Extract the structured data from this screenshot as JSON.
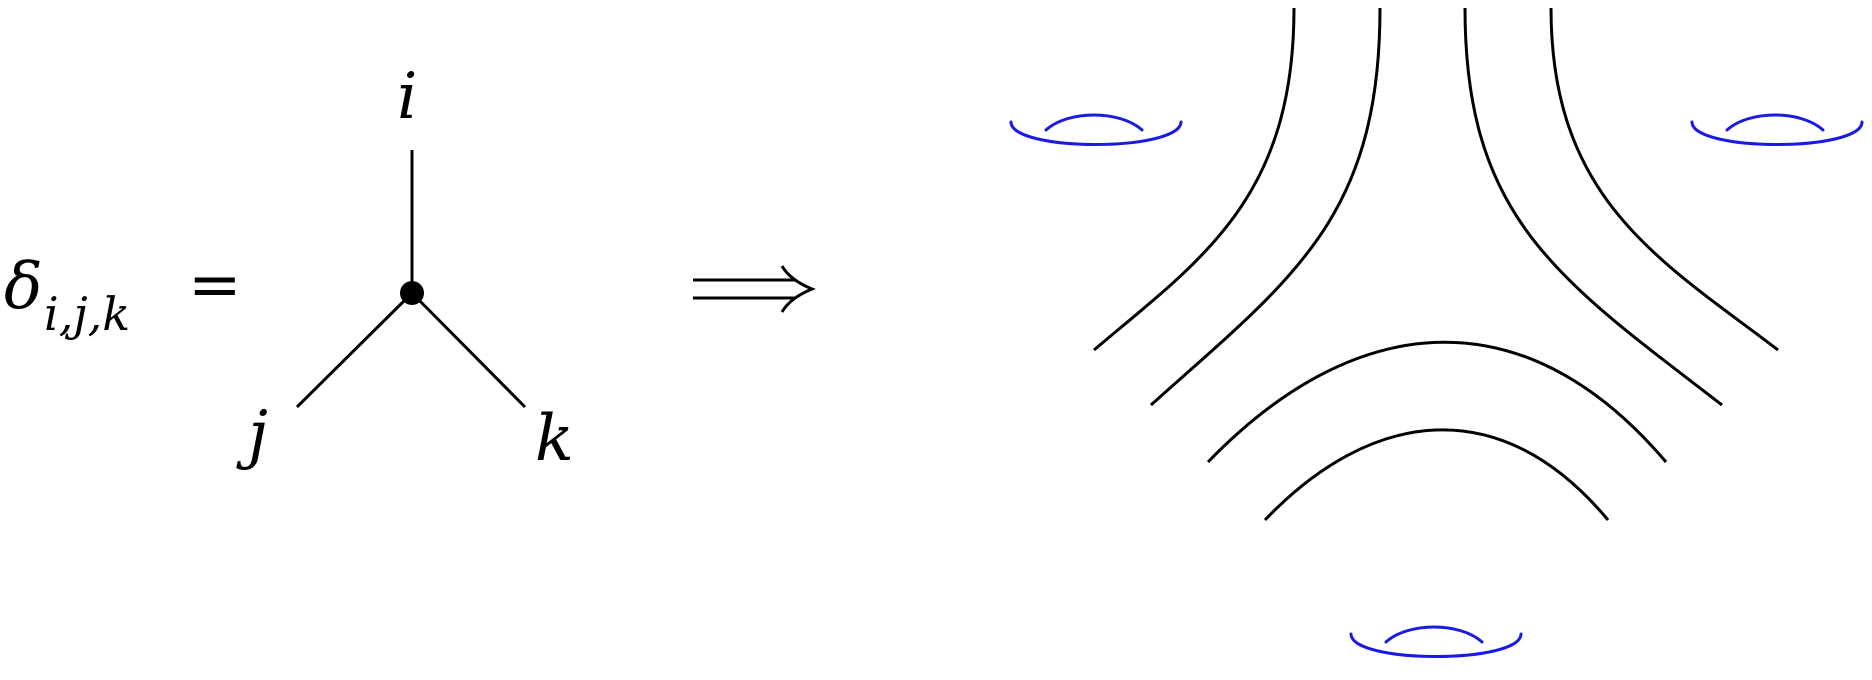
{
  "lhs": {
    "symbol": "δ",
    "subscript": "i,j,k",
    "equals": "="
  },
  "vertex_labels": {
    "top": "i",
    "left": "j",
    "right": "k"
  },
  "implies": "⟹",
  "colors": {
    "strands": "#000000",
    "circles": "#1a1ae6"
  }
}
